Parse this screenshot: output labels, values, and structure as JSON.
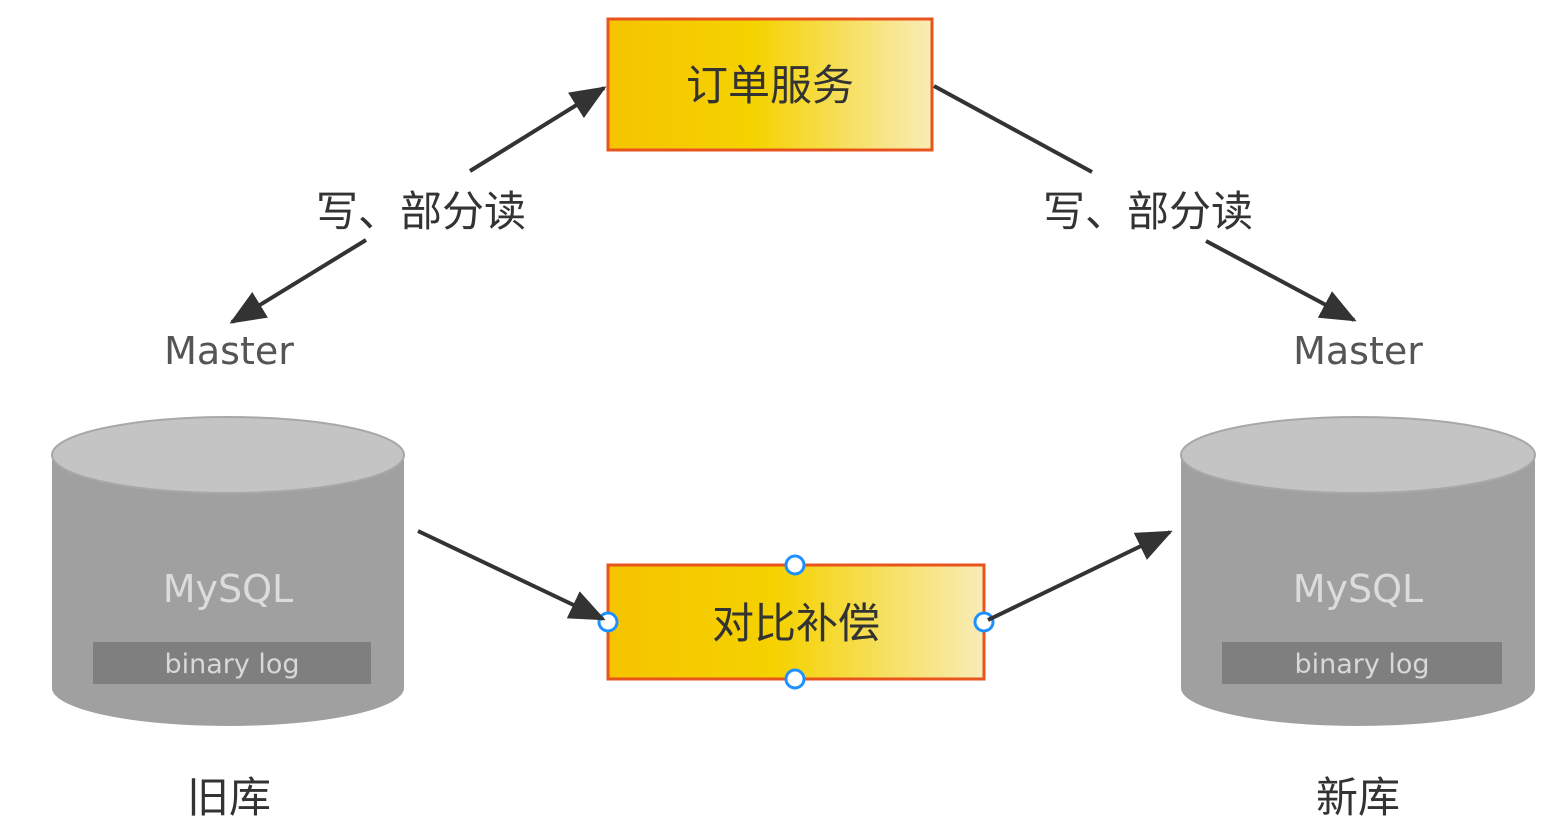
{
  "nodes": {
    "order_service": {
      "label": "订单服务"
    },
    "compare_compensate": {
      "label": "对比补偿"
    }
  },
  "edges": {
    "left_label": "写、部分读",
    "right_label": "写、部分读"
  },
  "old_db": {
    "role": "Master",
    "engine": "MySQL",
    "log": "binary log",
    "caption": "旧库"
  },
  "new_db": {
    "role": "Master",
    "engine": "MySQL",
    "log": "binary log",
    "caption": "新库"
  },
  "colors": {
    "box_gradient_start": "#f5c400",
    "box_gradient_mid": "#f5d000",
    "box_gradient_end": "#f8ecb8",
    "box_border": "#e8541c",
    "cylinder_body": "#a0a0a0",
    "cylinder_top": "#c4c4c4",
    "log_band": "#7f7f7f",
    "arrow": "#333333",
    "handle": "#1e90ff"
  }
}
